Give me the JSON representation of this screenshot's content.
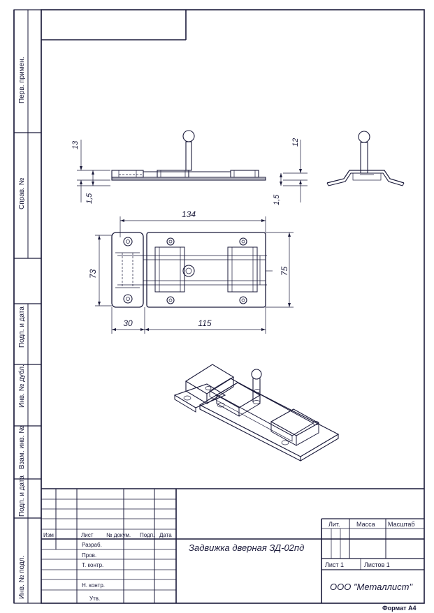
{
  "side_labels": [
    "Перв. примен.",
    "Справ. №",
    "Подп. и дата",
    "Инв. № дубл.",
    "Взам. инв. №",
    "Подп. и дата",
    "Инв. № подл."
  ],
  "dimensions": {
    "top_height": "13",
    "top_thickness": "1,5",
    "right_height": "12",
    "right_thickness": "1,5",
    "overall_length": "134",
    "overall_height": "73",
    "plate_height": "75",
    "left_width": "30",
    "right_width": "115"
  },
  "title_block": {
    "col_izm": "Изм",
    "col_list": "Лист",
    "col_ndokum": "№ докум.",
    "col_podp": "Подп.",
    "col_data": "Дата",
    "row_razrab": "Разраб.",
    "row_prov": "Пров.",
    "row_tkontr": "Т. контр.",
    "row_nkontr": "Н. контр.",
    "row_utv": "Утв.",
    "designation": "Задвижка дверная ЗД-02пд",
    "lit": "Лит.",
    "massa": "Масса",
    "masshtab": "Масштаб",
    "sheet": "Лист 1",
    "sheets": "Листов 1",
    "company": "ООО \"Металлист\"",
    "format": "Формат А4"
  }
}
